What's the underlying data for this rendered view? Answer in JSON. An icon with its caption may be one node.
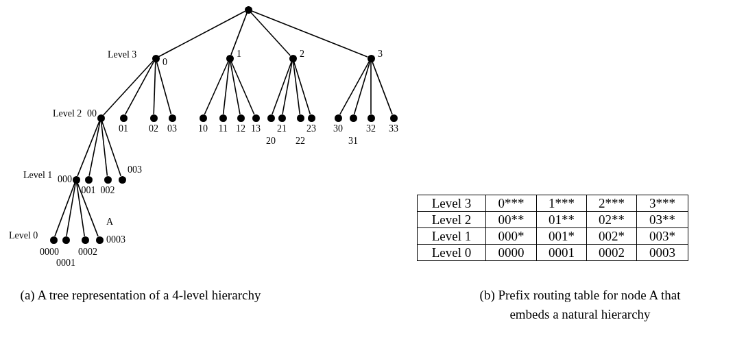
{
  "diagram": {
    "nodes": [
      {
        "text": [],
        "shape": "circle"
      },
      {
        "text": [],
        "shape": "circle",
        "beside": [
          "0"
        ]
      },
      {
        "text": [],
        "shape": "circle",
        "beside": [
          "1"
        ]
      },
      {
        "text": [],
        "shape": "circle",
        "beside": [
          "2"
        ]
      },
      {
        "text": [],
        "shape": "circle",
        "beside": [
          "3"
        ]
      },
      {
        "text": [],
        "shape": "circle",
        "beside": [
          "00"
        ]
      },
      {
        "text": [],
        "shape": "circle",
        "beside": [
          "01"
        ]
      },
      {
        "text": [],
        "shape": "circle",
        "beside": [
          "02"
        ]
      },
      {
        "text": [],
        "shape": "circle",
        "beside": [
          "03"
        ]
      },
      {
        "text": [],
        "shape": "circle",
        "beside": [
          "10"
        ]
      },
      {
        "text": [],
        "shape": "circle",
        "beside": [
          "11"
        ]
      },
      {
        "text": [],
        "shape": "circle",
        "beside": [
          "12"
        ]
      },
      {
        "text": [],
        "shape": "circle",
        "beside": [
          "13"
        ]
      },
      {
        "text": [],
        "shape": "circle",
        "beside": [
          "20"
        ]
      },
      {
        "text": [],
        "shape": "circle",
        "beside": [
          "21"
        ]
      },
      {
        "text": [],
        "shape": "circle",
        "beside": [
          "22"
        ]
      },
      {
        "text": [],
        "shape": "circle",
        "beside": [
          "23"
        ]
      },
      {
        "text": [],
        "shape": "circle",
        "beside": [
          "30"
        ]
      },
      {
        "text": [],
        "shape": "circle",
        "beside": [
          "31"
        ]
      },
      {
        "text": [],
        "shape": "circle",
        "beside": [
          "32"
        ]
      },
      {
        "text": [],
        "shape": "circle",
        "beside": [
          "33"
        ]
      },
      {
        "text": [],
        "shape": "circle",
        "beside": [
          "000"
        ]
      },
      {
        "text": [],
        "shape": "circle",
        "beside": [
          "001"
        ]
      },
      {
        "text": [],
        "shape": "circle",
        "beside": [
          "002"
        ]
      },
      {
        "text": [],
        "shape": "circle",
        "beside": [
          "003"
        ]
      },
      {
        "text": [],
        "shape": "circle",
        "beside": [
          "0000"
        ]
      },
      {
        "text": [],
        "shape": "circle",
        "beside": [
          "0001"
        ]
      },
      {
        "text": [],
        "shape": "circle",
        "beside": [
          "0002"
        ]
      },
      {
        "text": [],
        "shape": "circle",
        "beside": [
          "A",
          "0003"
        ]
      }
    ],
    "edges": [
      {
        "from": 0,
        "to": 1,
        "arrow": "none"
      },
      {
        "from": 0,
        "to": 2,
        "arrow": "none"
      },
      {
        "from": 0,
        "to": 3,
        "arrow": "none"
      },
      {
        "from": 0,
        "to": 4,
        "arrow": "none"
      },
      {
        "from": 1,
        "to": 5,
        "arrow": "none"
      },
      {
        "from": 1,
        "to": 6,
        "arrow": "none"
      },
      {
        "from": 1,
        "to": 7,
        "arrow": "none"
      },
      {
        "from": 1,
        "to": 8,
        "arrow": "none"
      },
      {
        "from": 2,
        "to": 9,
        "arrow": "none"
      },
      {
        "from": 2,
        "to": 10,
        "arrow": "none"
      },
      {
        "from": 2,
        "to": 11,
        "arrow": "none"
      },
      {
        "from": 2,
        "to": 12,
        "arrow": "none"
      },
      {
        "from": 3,
        "to": 13,
        "arrow": "none"
      },
      {
        "from": 3,
        "to": 14,
        "arrow": "none"
      },
      {
        "from": 3,
        "to": 15,
        "arrow": "none"
      },
      {
        "from": 3,
        "to": 16,
        "arrow": "none"
      },
      {
        "from": 4,
        "to": 17,
        "arrow": "none"
      },
      {
        "from": 4,
        "to": 18,
        "arrow": "none"
      },
      {
        "from": 4,
        "to": 19,
        "arrow": "none"
      },
      {
        "from": 4,
        "to": 20,
        "arrow": "none"
      },
      {
        "from": 5,
        "to": 21,
        "arrow": "none"
      },
      {
        "from": 5,
        "to": 22,
        "arrow": "none"
      },
      {
        "from": 5,
        "to": 23,
        "arrow": "none"
      },
      {
        "from": 5,
        "to": 24,
        "arrow": "none"
      },
      {
        "from": 21,
        "to": 25,
        "arrow": "none"
      },
      {
        "from": 21,
        "to": 26,
        "arrow": "none"
      },
      {
        "from": 21,
        "to": 27,
        "arrow": "none"
      },
      {
        "from": 21,
        "to": 28,
        "arrow": "none"
      }
    ],
    "labels": [
      "Level 3",
      "Level 2",
      "Level 1",
      "Level 0",
      "Level 3",
      "0***",
      "1***",
      "2***",
      "3***",
      "Level 2",
      "00**",
      "01**",
      "02**",
      "03**",
      "Level 1",
      "000*",
      "001*",
      "002*",
      "003*",
      "Level 0",
      "0000",
      "0001",
      "0002",
      "0003",
      "(a) A tree representation of a 4-level hierarchy",
      "(b) Prefix routing table for node A that embeds a natural hierarchy"
    ]
  }
}
